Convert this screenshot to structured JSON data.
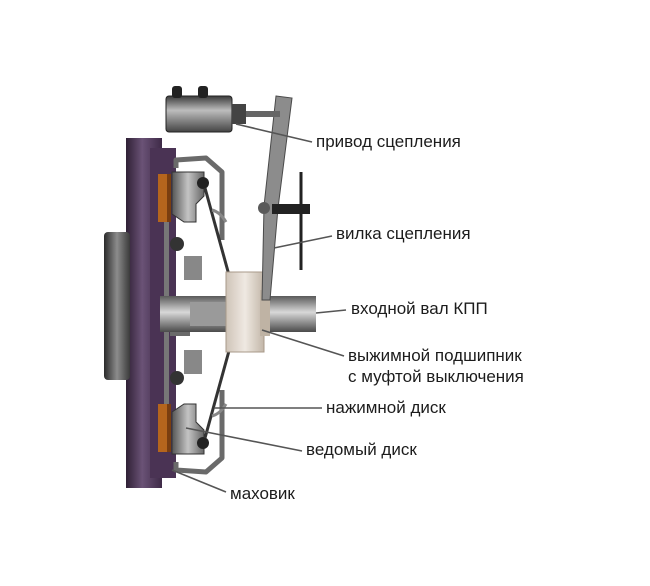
{
  "labels": {
    "clutch_actuator": "привод сцепления",
    "clutch_fork": "вилка сцепления",
    "input_shaft": "входной вал КПП",
    "release_bearing": "выжимной подшипник\nс муфтой выключения",
    "pressure_plate": "нажимной диск",
    "driven_disc": "ведомый диск",
    "flywheel": "маховик"
  },
  "colors": {
    "flywheel": "#3e2a47",
    "flywheel_highlight": "#6a5276",
    "metal_dark": "#4a4a4a",
    "metal_mid": "#8a8a8a",
    "metal_light": "#c9c9c9",
    "friction_lining": "#b5651d",
    "bearing": "#e2d9cf",
    "leader_line": "#555555",
    "text": "#1c1c1c"
  }
}
